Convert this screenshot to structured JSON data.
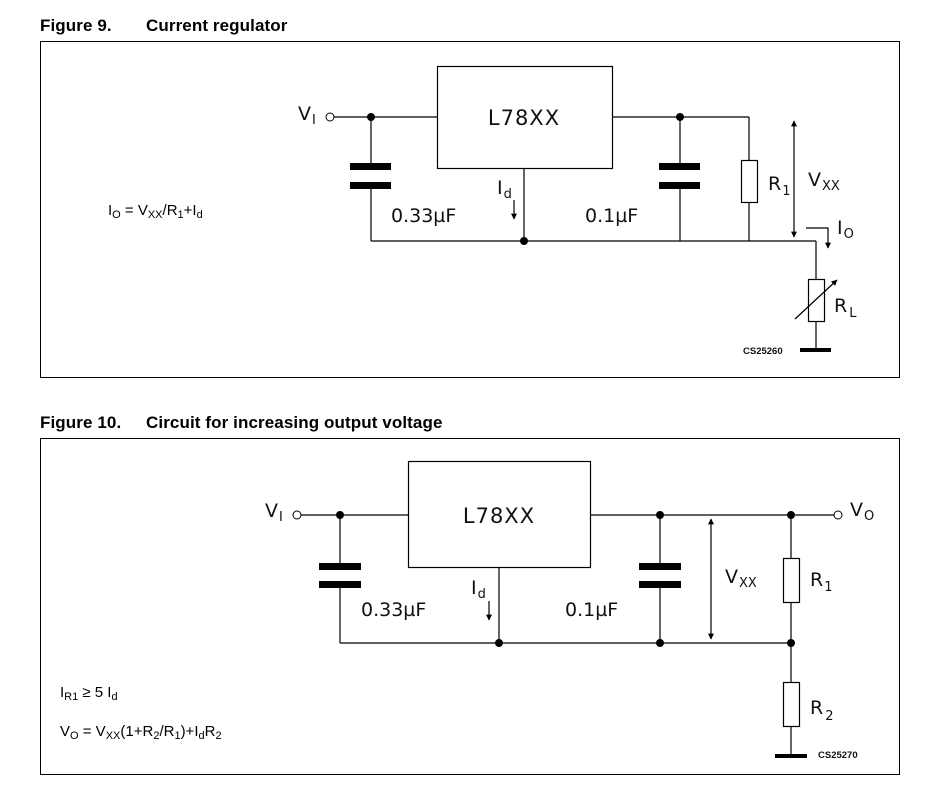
{
  "figure9": {
    "number": "Figure 9.",
    "title": "Current regulator",
    "regulator_label": "L78XX",
    "input_label": "V",
    "input_sub": "I",
    "cap_in": "0.33µF",
    "cap_out": "0.1µF",
    "id_label": "I",
    "id_sub": "d",
    "r1_label": "R",
    "r1_sub": "1",
    "vxx_label": "V",
    "vxx_sub": "XX",
    "io_label": "I",
    "io_sub": "O",
    "rl_label": "R",
    "rl_sub": "L",
    "code": "CS25260",
    "equation": {
      "p1": "I",
      "p1s": "O",
      "p2": " = V",
      "p2s": "XX",
      "p3": "/R",
      "p3s": "1",
      "p4": "+I",
      "p4s": "d"
    }
  },
  "figure10": {
    "number": "Figure 10.",
    "title": "Circuit for increasing output voltage",
    "regulator_label": "L78XX",
    "input_label": "V",
    "input_sub": "I",
    "output_label": "V",
    "output_sub": "O",
    "cap_in": "0.33µF",
    "cap_out": "0.1µF",
    "id_label": "I",
    "id_sub": "d",
    "vxx_label": "V",
    "vxx_sub": "XX",
    "r1_label": "R",
    "r1_sub": "1",
    "r2_label": "R",
    "r2_sub": "2",
    "code": "CS25270",
    "equation1": {
      "p1": "I",
      "p1s": "R1",
      "p2": " ≥ 5 I",
      "p2s": "d"
    },
    "equation2": {
      "p1": "V",
      "p1s": "O",
      "p2": " = V",
      "p2s": "XX",
      "p3": "(1+R",
      "p3s": "2",
      "p4": "/R",
      "p4s": "1",
      "p5": ")+I",
      "p5s": "d",
      "p6": "R",
      "p6s": "2"
    }
  }
}
